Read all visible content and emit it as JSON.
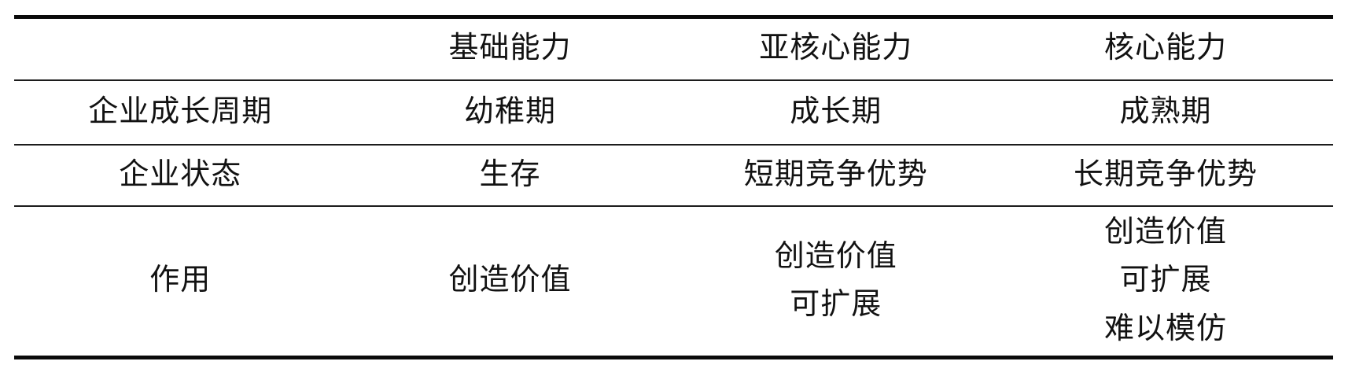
{
  "table": {
    "header": {
      "cells": [
        "",
        "基础能力",
        "亚核心能力",
        "核心能力"
      ]
    },
    "rows": [
      {
        "cells": [
          "企业成长周期",
          "幼稚期",
          "成长期",
          "成熟期"
        ]
      },
      {
        "cells": [
          "企业状态",
          "生存",
          "短期竞争优势",
          "长期竞争优势"
        ]
      },
      {
        "cells": [
          "作用",
          "创造价值",
          "创造价值\n可扩展",
          "创造价值\n可扩展\n难以模仿"
        ]
      }
    ],
    "colors": {
      "thick_rule": "#0a0a0a",
      "thin_rule": "#1c1c1c",
      "text": "#121212",
      "background": "#ffffff"
    }
  }
}
